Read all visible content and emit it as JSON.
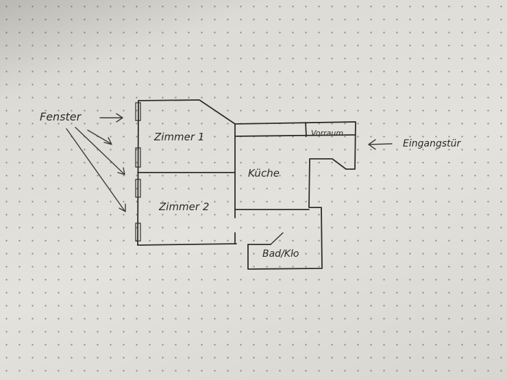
{
  "labels": {
    "fenster": "Fenster",
    "zimmer1": "Zimmer 1",
    "zimmer2": "Zimmer 2",
    "kueche": "Küche",
    "vorraum": "Vorraum",
    "eingangstuer": "Eingangstür",
    "bad_klo": "Bad/Klo"
  }
}
